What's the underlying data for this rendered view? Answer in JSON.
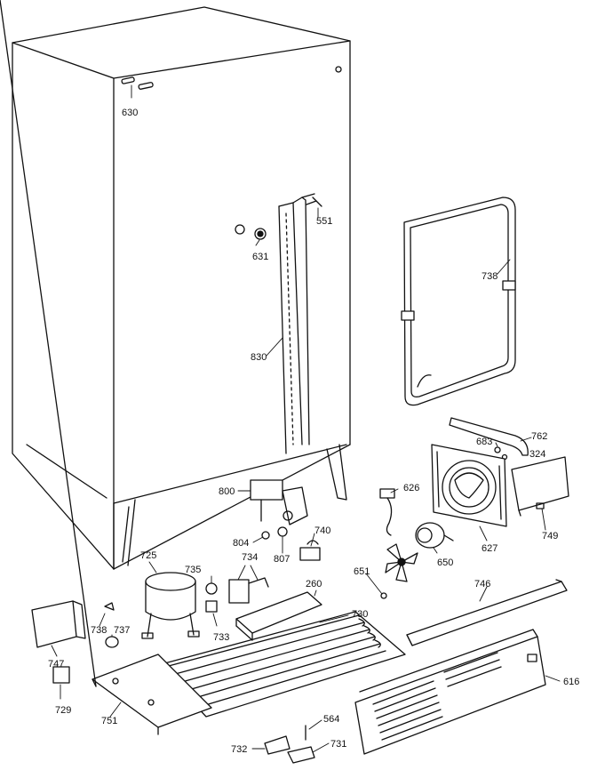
{
  "diagram": {
    "labels": {
      "l630": "630",
      "l631": "631",
      "l551": "551",
      "l830": "830",
      "l738a": "738",
      "l762": "762",
      "l683": "683",
      "l324": "324",
      "l626": "626",
      "l627": "627",
      "l749": "749",
      "l800": "800",
      "l804": "804",
      "l807": "807",
      "l740": "740",
      "l725": "725",
      "l735": "735",
      "l734": "734",
      "l260": "260",
      "l651": "651",
      "l650": "650",
      "l746": "746",
      "l730": "730",
      "l738b": "738",
      "l737": "737",
      "l733": "733",
      "l747": "747",
      "l729": "729",
      "l751": "751",
      "l564": "564",
      "l732": "732",
      "l731": "731",
      "l616": "616"
    }
  }
}
